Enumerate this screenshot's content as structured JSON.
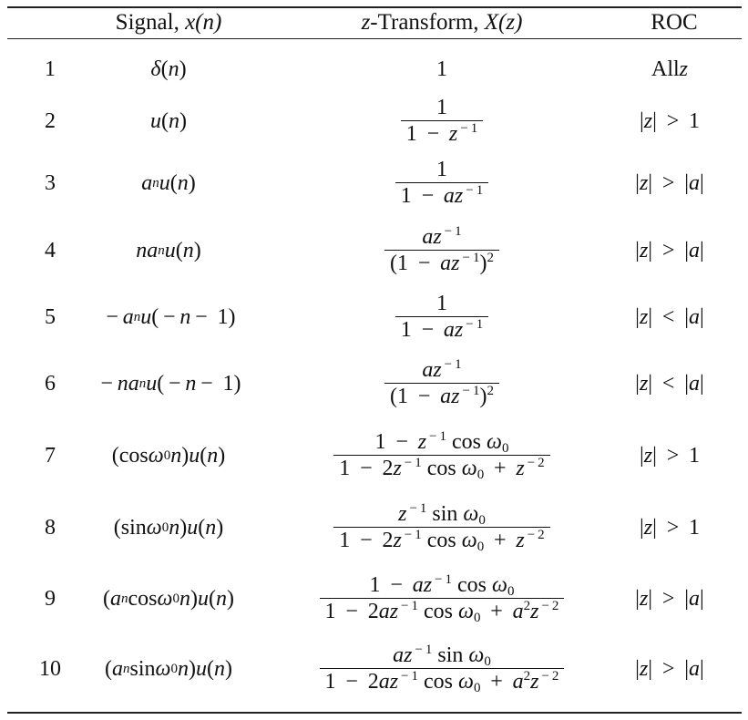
{
  "headers": {
    "signal_text": "Signal,",
    "signal_sym": "x(n)",
    "ztransform_sym": "z",
    "ztransform_text": "-Transform,",
    "ztransform_X": "X(z)",
    "roc": "ROC"
  },
  "rows": [
    {
      "num": "1",
      "signal": "δ(n)",
      "ztransform": "1",
      "roc": "All z"
    },
    {
      "num": "2",
      "signal": "u(n)",
      "ztransform": "1 / (1 − z^−1)",
      "roc": "|z| > 1"
    },
    {
      "num": "3",
      "signal": "a^n u(n)",
      "ztransform": "1 / (1 − az^−1)",
      "roc": "|z| > |a|"
    },
    {
      "num": "4",
      "signal": "na^n u(n)",
      "ztransform": "az^−1 / (1 − az^−1)^2",
      "roc": "|z| > |a|"
    },
    {
      "num": "5",
      "signal": "−a^n u(−n − 1)",
      "ztransform": "1 / (1 − az^−1)",
      "roc": "|z| < |a|"
    },
    {
      "num": "6",
      "signal": "−na^n u(−n − 1)",
      "ztransform": "az^−1 / (1 − az^−1)^2",
      "roc": "|z| < |a|"
    },
    {
      "num": "7",
      "signal": "(cos ω0n)u(n)",
      "ztransform": "(1 − z^−1 cos ω0) / (1 − 2z^−1 cos ω0 + z^−2)",
      "roc": "|z| > 1"
    },
    {
      "num": "8",
      "signal": "(sin ω0n)u(n)",
      "ztransform": "(z^−1 sin ω0) / (1 − 2z^−1 cos ω0 + z^−2)",
      "roc": "|z| > 1"
    },
    {
      "num": "9",
      "signal": "(a^n cos ω0n)u(n)",
      "ztransform": "(1 − az^−1 cos ω0) / (1 − 2az^−1 cos ω0 + a^2z^−2)",
      "roc": "|z| > |a|"
    },
    {
      "num": "10",
      "signal": "(a^n sin ω0n)u(n)",
      "ztransform": "(az^−1 sin ω0) / (1 − 2az^−1 cos ω0 + a^2z^−2)",
      "roc": "|z| > |a|"
    }
  ]
}
